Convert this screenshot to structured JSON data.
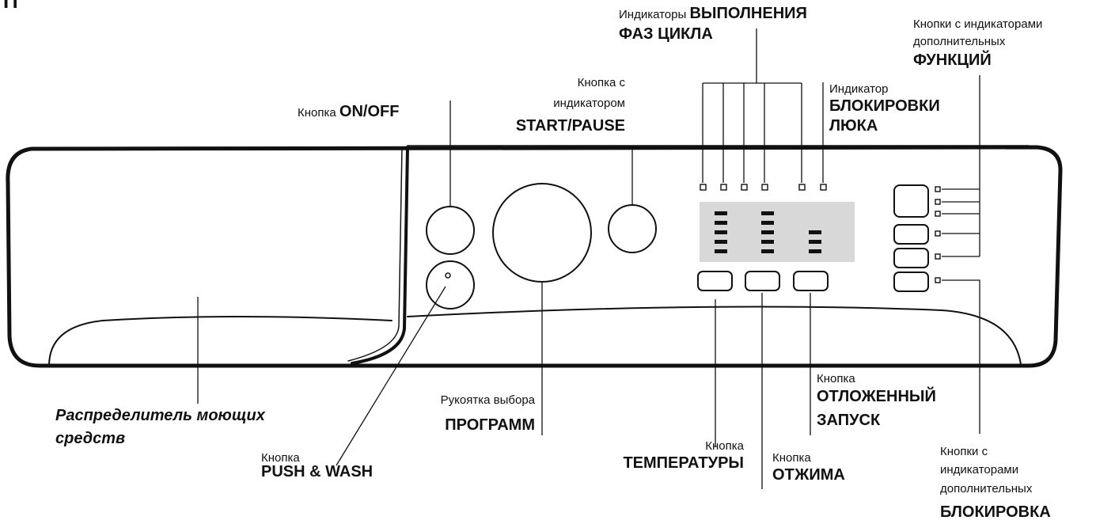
{
  "header_fragment": "Панель управления",
  "labels": {
    "onoff": {
      "pre": "Кнопка ",
      "bold": "ON/OFF"
    },
    "startpause": {
      "line1": "Кнопка с",
      "line2": "индикатором",
      "bold": "START/PAUSE"
    },
    "phases": {
      "pre": "Индикаторы ",
      "bold1": "ВЫПОЛНЕНИЯ",
      "bold2": "ФАЗ ЦИКЛА"
    },
    "doorlock": {
      "line1": "Индикатор",
      "bold1": "БЛОКИРОВКИ",
      "bold2": "ЛЮКА"
    },
    "extra_funcs": {
      "line1": "Кнопки с индикаторами",
      "line2": "дополнительных",
      "bold": "ФУНКЦИЙ"
    },
    "dispenser": {
      "line1": "Распределитель моющих",
      "line2": "средств"
    },
    "pushwash": {
      "line1": "Кнопка",
      "bold": "PUSH & WASH"
    },
    "programs": {
      "line1": "Рукоятка выбора",
      "bold": "ПРОГРАММ"
    },
    "temperature": {
      "line1": "Кнопка",
      "bold": "ТЕМПЕРАТУРЫ"
    },
    "spin": {
      "line1": "Кнопка",
      "bold": "ОТЖИМА"
    },
    "delay": {
      "line1": "Кнопка",
      "bold1": "ОТЛОЖЕННЫЙ",
      "bold2": "ЗАПУСК"
    },
    "lock": {
      "line1": "Кнопки с",
      "line2": "индикаторами",
      "line3": "дополнительных",
      "bold": "БЛОКИРОВКА"
    }
  }
}
